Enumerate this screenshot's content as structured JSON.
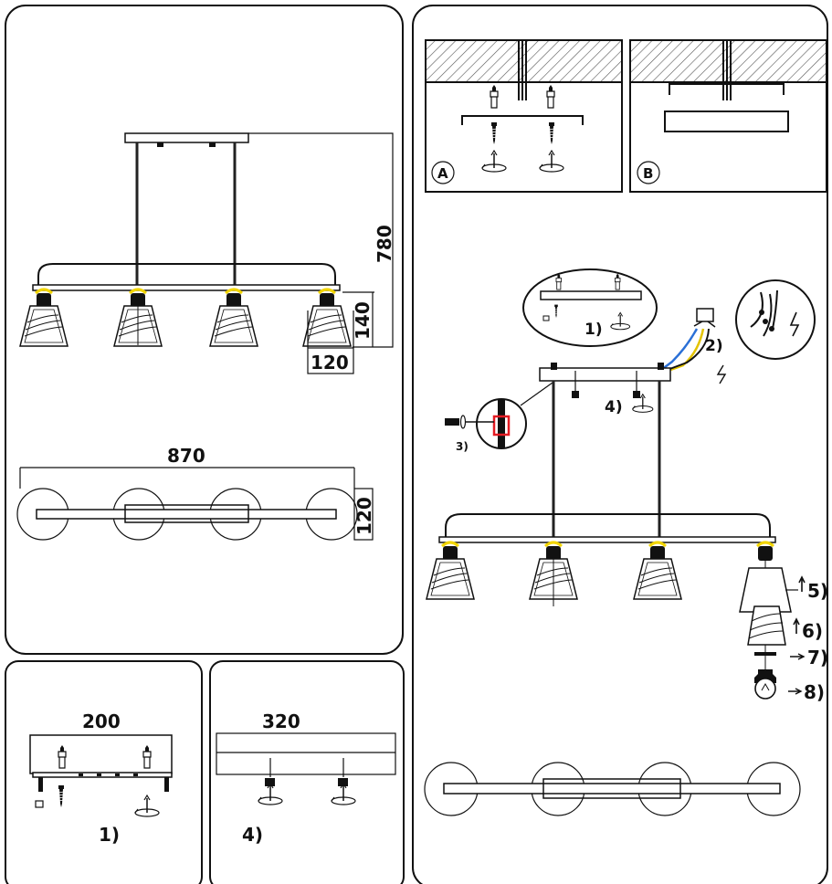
{
  "dimensions": {
    "total_height": "780",
    "shade_height": "140",
    "shade_width": "120",
    "total_length": "870",
    "canopy_depth": "120",
    "canopy_bracket_length": "200",
    "canopy_length": "320"
  },
  "mounting_options": {
    "option_a": "A",
    "option_b": "B"
  },
  "steps": {
    "s1": "1)",
    "s2": "2)",
    "s3": "3)",
    "s4": "4)",
    "s5": "5)",
    "s6": "6)",
    "s7": "7)",
    "s8": "8)"
  },
  "colors": {
    "line": "#111111",
    "shade_accent": "#f2d500",
    "wire_blue": "#2a6fd6",
    "wire_yellow_green": "#e3c300",
    "highlight_red": "#e31b23",
    "ceiling_hatch": "#555555"
  }
}
